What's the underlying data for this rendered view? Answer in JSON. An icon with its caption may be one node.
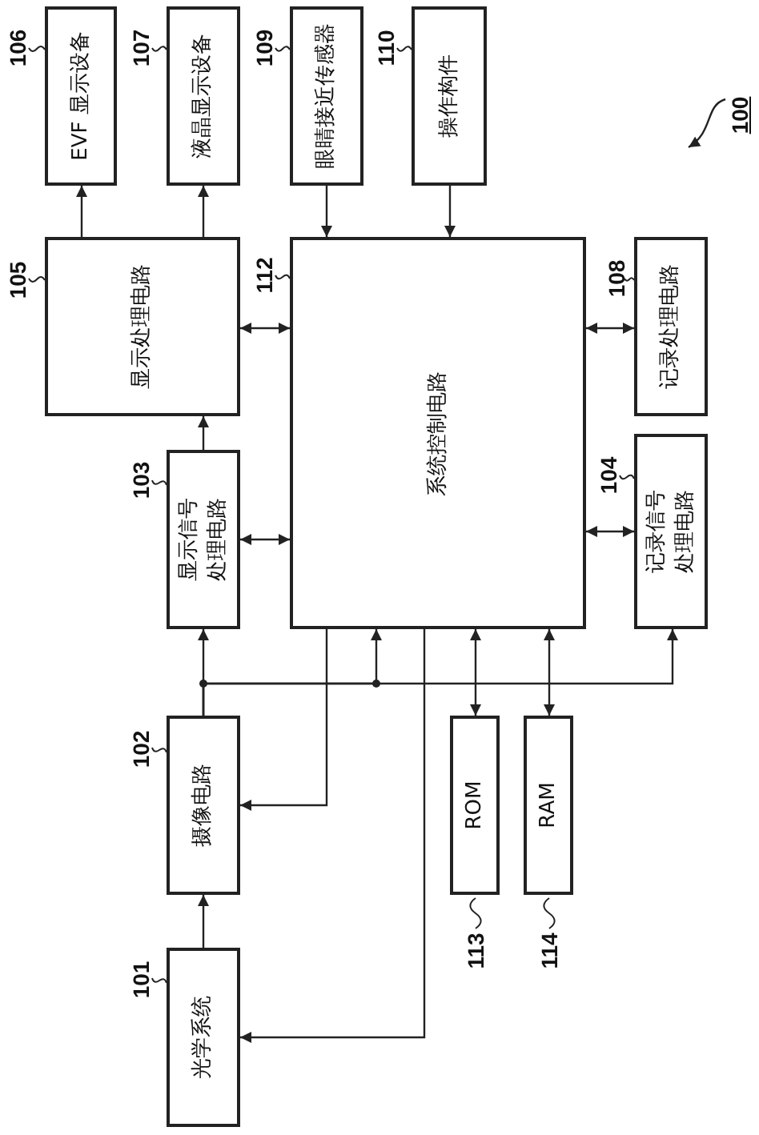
{
  "diagram": {
    "nodes": [
      {
        "text": [
          "EVF 显示设备"
        ],
        "beside": [
          "106"
        ]
      },
      {
        "text": [
          "液晶显示设备"
        ],
        "beside": [
          "107"
        ]
      },
      {
        "text": [
          "眼睛接近传感器"
        ],
        "beside": [
          "109"
        ]
      },
      {
        "text": [
          "操作构件"
        ],
        "beside": [
          "110"
        ]
      },
      {
        "text": [
          "显示处理电路"
        ],
        "beside": [
          "105"
        ]
      },
      {
        "text": [
          "系统控制电路"
        ],
        "beside": [
          "112"
        ]
      },
      {
        "text": [
          "记录处理电路"
        ],
        "beside": [
          "108"
        ]
      },
      {
        "text": [
          "显示信号处理电路"
        ],
        "beside": [
          "103"
        ]
      },
      {
        "text": [
          "记录信号处理电路"
        ],
        "beside": [
          "104"
        ]
      },
      {
        "text": [
          "摄像电路"
        ],
        "beside": [
          "102"
        ]
      },
      {
        "text": [
          "ROM"
        ],
        "beside": [
          "113"
        ]
      },
      {
        "text": [
          "RAM"
        ],
        "beside": [
          "114"
        ]
      },
      {
        "text": [
          "光学系统"
        ],
        "beside": [
          "101"
        ]
      }
    ],
    "edges": [
      {
        "from": 12,
        "to": 9,
        "arrow": "to"
      },
      {
        "from": 9,
        "to": 7,
        "arrow": "to"
      },
      {
        "from": 9,
        "to": 5,
        "arrow": "to"
      },
      {
        "from": 9,
        "to": 8,
        "arrow": "to"
      },
      {
        "from": 7,
        "to": 4,
        "arrow": "to"
      },
      {
        "from": 4,
        "to": 0,
        "arrow": "to"
      },
      {
        "from": 4,
        "to": 1,
        "arrow": "to"
      },
      {
        "from": 2,
        "to": 5,
        "arrow": "to"
      },
      {
        "from": 3,
        "to": 5,
        "arrow": "to"
      },
      {
        "from": 4,
        "to": 5,
        "arrow": "both"
      },
      {
        "from": 7,
        "to": 5,
        "arrow": "both"
      },
      {
        "from": 5,
        "to": 6,
        "arrow": "both"
      },
      {
        "from": 5,
        "to": 8,
        "arrow": "both"
      },
      {
        "from": 5,
        "to": 9,
        "arrow": "to"
      },
      {
        "from": 5,
        "to": 12,
        "arrow": "to"
      },
      {
        "from": 5,
        "to": 10,
        "arrow": "both"
      },
      {
        "from": 5,
        "to": 11,
        "arrow": "both"
      }
    ],
    "labels": [
      "100"
    ]
  }
}
